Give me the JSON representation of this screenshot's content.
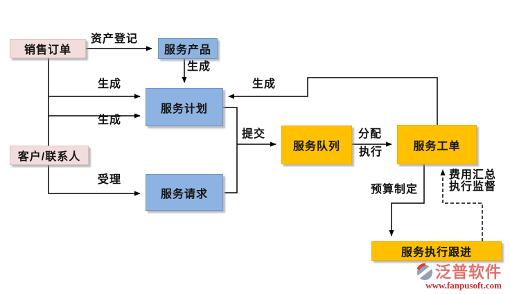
{
  "nodes": {
    "sales_order": {
      "label": "销售订单"
    },
    "customer_contact": {
      "label": "客户/联系人"
    },
    "service_product": {
      "label": "服务产品"
    },
    "service_plan": {
      "label": "服务计划"
    },
    "service_request": {
      "label": "服务请求"
    },
    "service_queue": {
      "label": "服务队列"
    },
    "service_work_order": {
      "label": "服务工单"
    },
    "service_follow_up": {
      "label": "服务执行跟进"
    }
  },
  "edge_labels": {
    "asset_registration": "资产登记",
    "generate_top": "生成",
    "generate_from_sales": "生成",
    "generate_from_customer": "生成",
    "generate_from_work_order": "生成",
    "accept": "受理",
    "submit": "提交",
    "assign": "分配",
    "execute": "执行",
    "budget_making": "预算制定",
    "cost_summary": "费用汇总",
    "execution_supervision": "执行监督"
  },
  "watermark": {
    "brand": "泛普软件",
    "website": "www.fanpusoft.com"
  },
  "colors": {
    "pink_fill": "#f2dddc",
    "blue_fill": "#8db3e2",
    "orange_fill": "#ffc000",
    "line": "#000000",
    "brand_red": "#e4706b",
    "url_red": "#cc2a2a"
  }
}
